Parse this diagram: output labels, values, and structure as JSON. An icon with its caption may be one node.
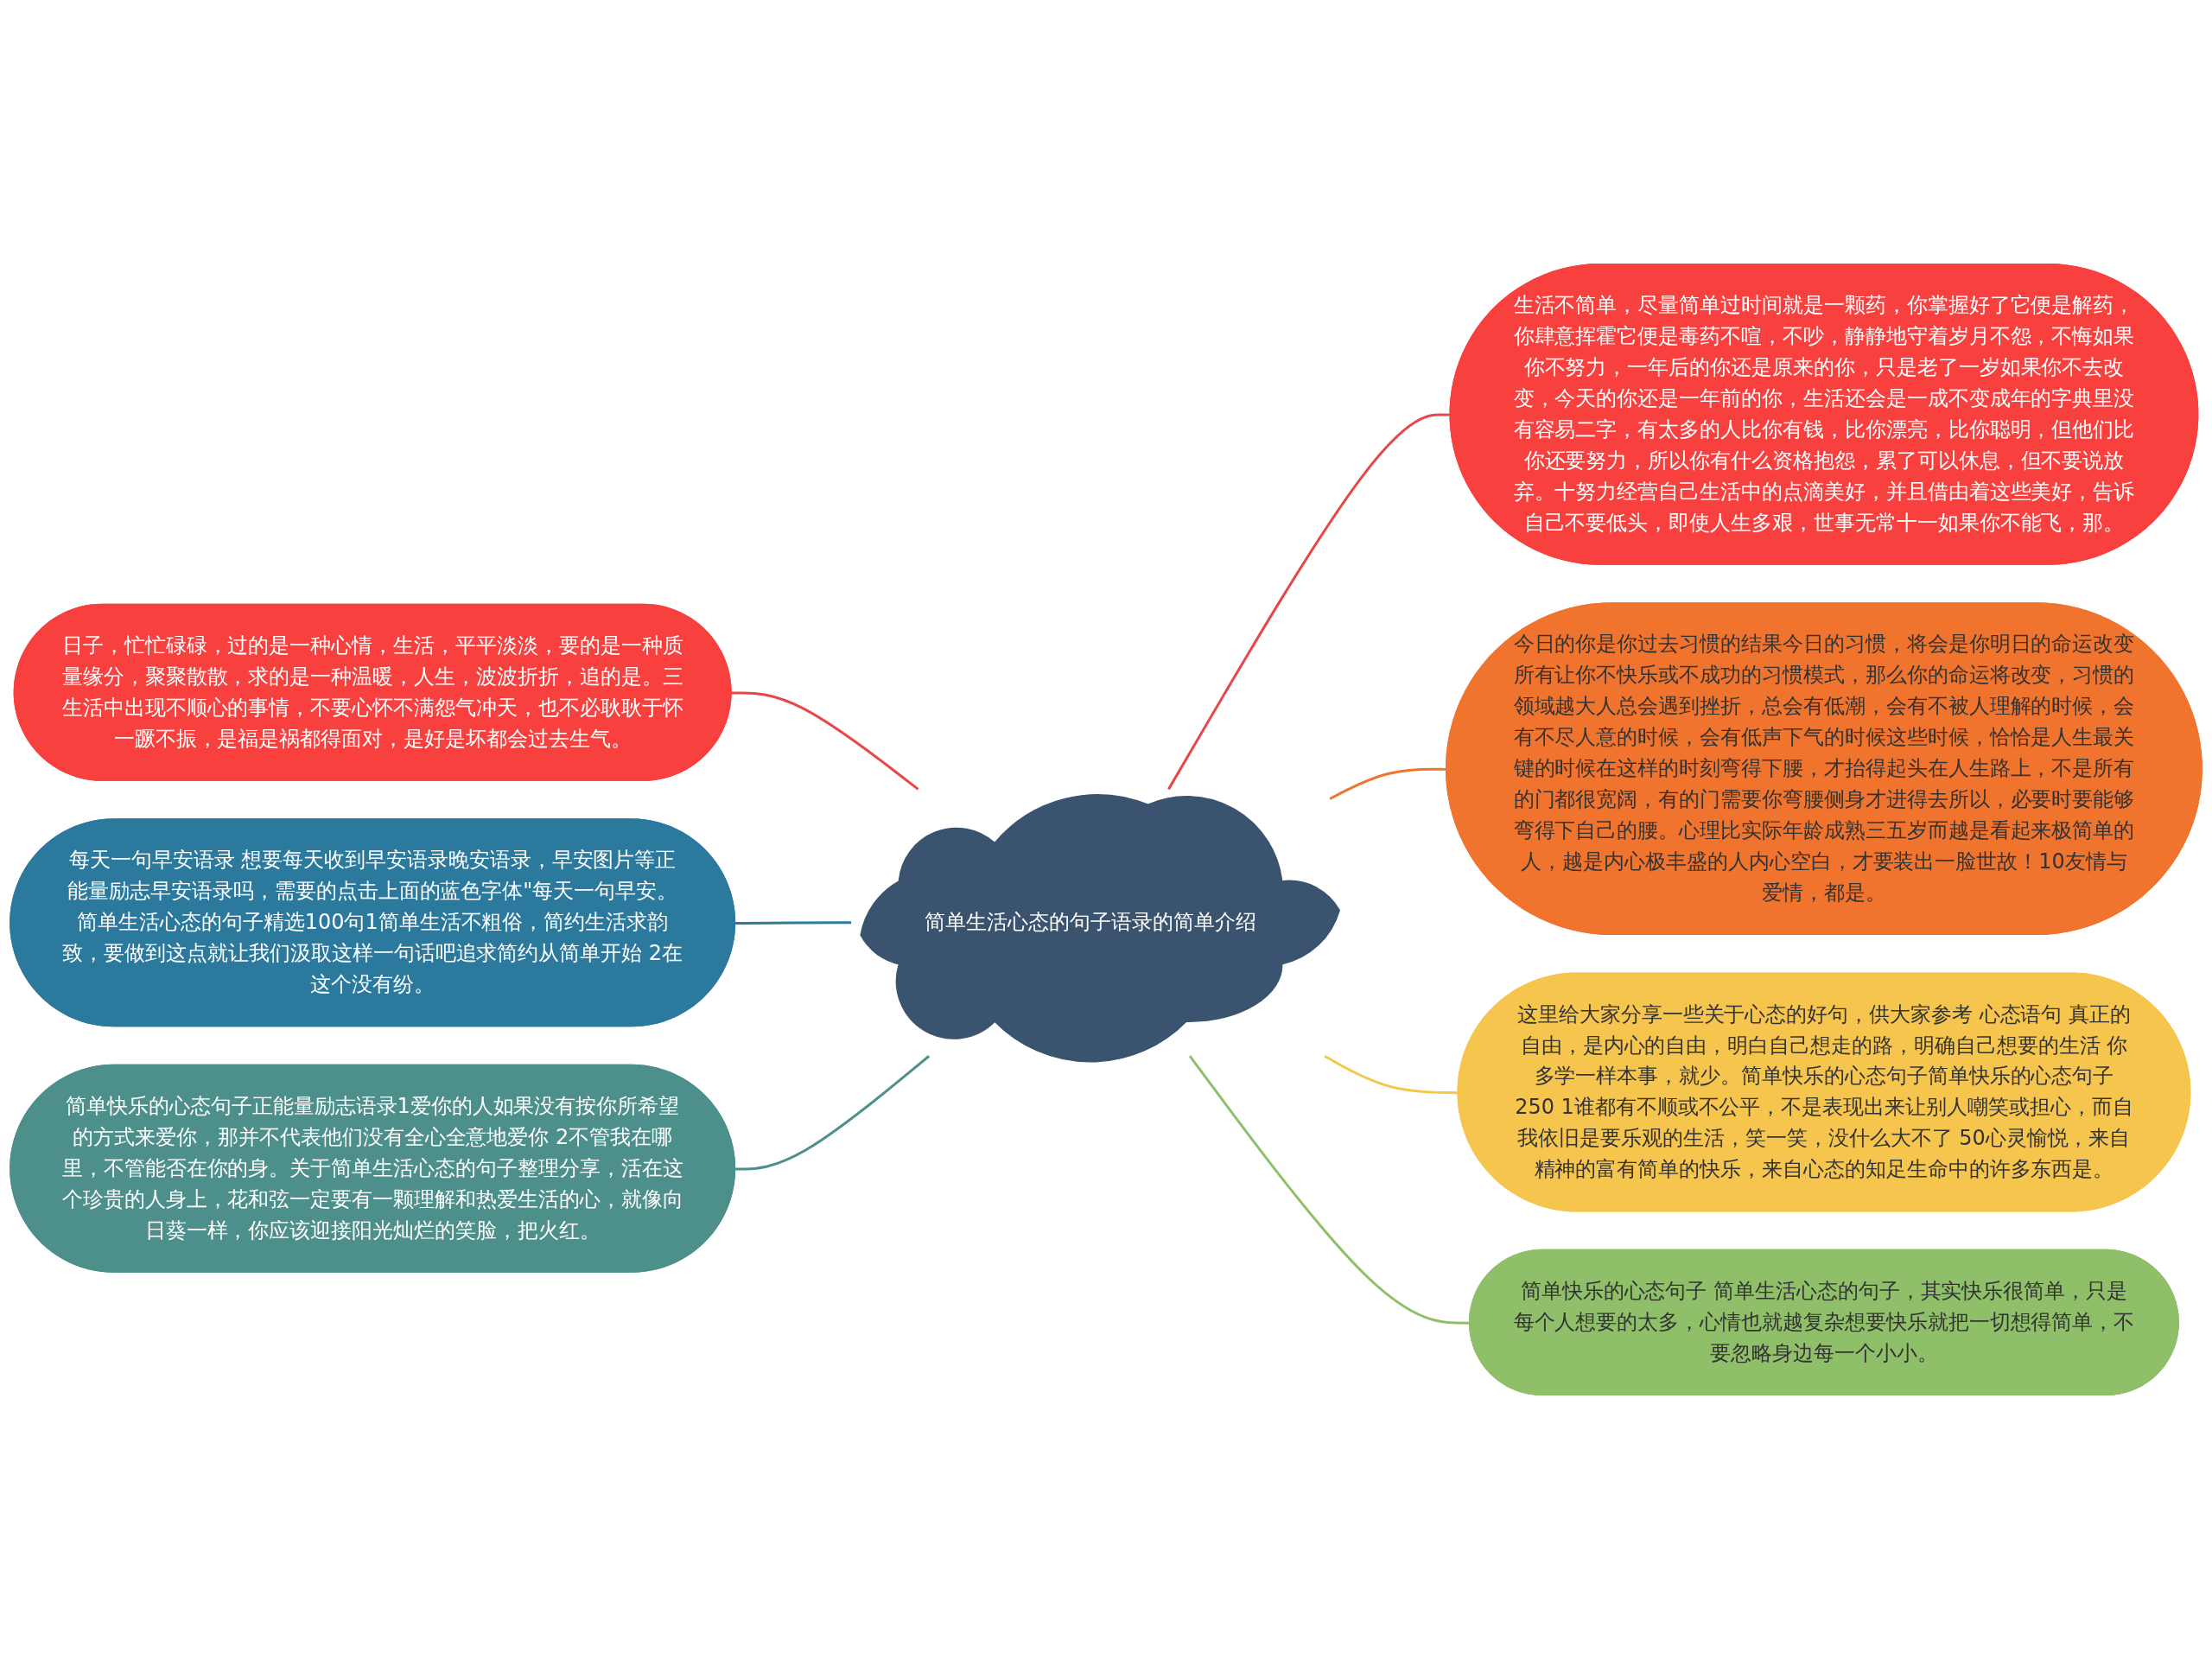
{
  "diagram": {
    "nodes": [
      {
        "text": [
          "简单生活心态的句子语录的简单介绍"
        ]
      },
      {
        "text": [
          "日子，忙忙碌碌，过的是一种心情，生活，平平淡淡，要的是一种质量缘分，聚聚散散，求的是一种温暖，人生，波波折折，追的是。三生活中出现不顺心的事情，不要心怀不满怨气冲天，也不必耿耿于怀一蹶不振，是福是祸都得面对，是好是坏都会过去生气。"
        ]
      },
      {
        "text": [
          "每天一句早安语录 想要每天收到早安语录晚安语录，早安图片等正能量励志早安语录吗，需要的点击上面的蓝色字体\"每天一句早安。简单生活心态的句子精选100句1简单生活不粗俗，简约生活求韵致，要做到这点就让我们汲取这样一句话吧追求简约从简单开始 2在这个没有纷。"
        ]
      },
      {
        "text": [
          "简单快乐的心态句子正能量励志语录1爱你的人如果没有按你所希望的方式来爱你，那并不代表他们没有全心全意地爱你 2不管我在哪里，不管能否在你的身。关于简单生活心态的句子整理分享，活在这个珍贵的人身上，花和弦一定要有一颗理解和热爱生活的心，就像向日葵一样，你应该迎接阳光灿烂的笑脸，把火红。"
        ]
      },
      {
        "text": [
          "生活不简单，尽量简单过时间就是一颗药，你掌握好了它便是解药，你肆意挥霍它便是毒药不喧，不吵，静静地守着岁月不怨，不悔如果你不努力，一年后的你还是原来的你，只是老了一岁如果你不去改变，今天的你还是一年前的你，生活还会是一成不变成年的字典里没有容易二字，有太多的人比你有钱，比你漂亮，比你聪明，但他们比你还要努力，所以你有什么资格抱怨，累了可以休息，但不要说放弃。十努力经营自己生活中的点滴美好，并且借由着这些美好，告诉自己不要低头，即使人生多艰，世事无常十一如果你不能飞，那。"
        ]
      },
      {
        "text": [
          "今日的你是你过去习惯的结果今日的习惯，将会是你明日的命运改变所有让你不快乐或不成功的习惯模式，那么你的命运将改变，习惯的领域越大人总会遇到挫折，总会有低潮，会有不被人理解的时候，会有不尽人意的时候，会有低声下气的时候这些时候，恰恰是人生最关键的时候在这样的时刻弯得下腰，才抬得起头在人生路上，不是所有的门都很宽阔，有的门需要你弯腰侧身才进得去所以，必要时要能够弯得下自己的腰。心理比实际年龄成熟三五岁而越是看起来极简单的人，越是内心极丰盛的人内心空白，才要装出一脸世故！10友情与爱情，都是。"
        ]
      },
      {
        "text": [
          "这里给大家分享一些关于心态的好句，供大家参考 心态语句 真正的自由，是内心的自由，明白自己想走的路，明确自己想要的生活 你多学一样本事，就少。简单快乐的心态句子简单快乐的心态句子250 1谁都有不顺或不公平，不是表现出来让别人嘲笑或担心，而自我依旧是要乐观的生活，笑一笑，没什么大不了 50心灵愉悦，来自精神的富有简单的快乐，来自心态的知足生命中的许多东西是。"
        ]
      },
      {
        "text": [
          "简单快乐的心态句子 简单生活心态的句子，其实快乐很简单，只是每个人想要的太多，心情也就越复杂想要快乐就把一切想得简单，不要忽略身边每一个小小。"
        ]
      }
    ],
    "edges": [
      {
        "from": 0,
        "to": 1,
        "arrow": "none",
        "color": "#e8474a"
      },
      {
        "from": 0,
        "to": 2,
        "arrow": "none",
        "color": "#2b7a9e"
      },
      {
        "from": 0,
        "to": 3,
        "arrow": "none",
        "color": "#4d8f8a"
      },
      {
        "from": 0,
        "to": 4,
        "arrow": "none",
        "color": "#e8474a"
      },
      {
        "from": 0,
        "to": 5,
        "arrow": "none",
        "color": "#f0742e"
      },
      {
        "from": 0,
        "to": 6,
        "arrow": "none",
        "color": "#f2c84b"
      },
      {
        "from": 0,
        "to": 7,
        "arrow": "none",
        "color": "#8fbf69"
      }
    ]
  }
}
